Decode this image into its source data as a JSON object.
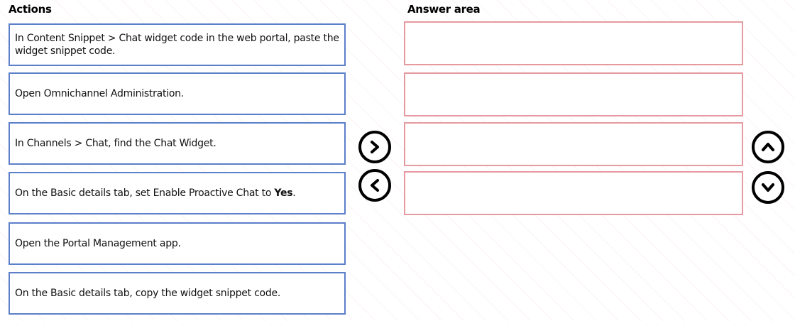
{
  "actions": {
    "title": "Actions",
    "items": [
      {
        "text": "In Content Snippet > Chat widget code in the web portal, paste the widget snippet  code."
      },
      {
        "text": "Open Omnichannel Administration."
      },
      {
        "text": "In Channels > Chat, find the Chat Widget."
      },
      {
        "text_prefix": "On the Basic details tab, set Enable Proactive Chat to ",
        "text_bold": "Yes",
        "text_suffix": "."
      },
      {
        "text": "Open the Portal Management app."
      },
      {
        "text": "On the Basic details tab, copy the widget snippet code."
      }
    ]
  },
  "answer_area": {
    "title": "Answer area",
    "slots": [
      "",
      "",
      "",
      ""
    ]
  },
  "controls": {
    "move_right": {
      "icon": "chevron-right-icon"
    },
    "move_left": {
      "icon": "chevron-left-icon"
    },
    "move_up": {
      "icon": "chevron-up-icon"
    },
    "move_down": {
      "icon": "chevron-down-icon"
    }
  },
  "colors": {
    "action_border": "#5b7fc9",
    "answer_border": "#e59aa0",
    "button_stroke": "#000000"
  }
}
